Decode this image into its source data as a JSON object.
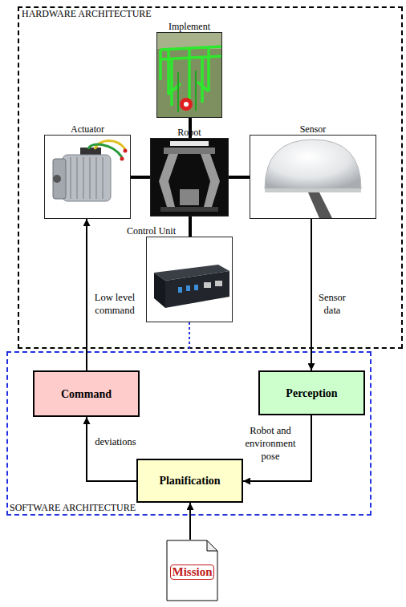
{
  "diagram": {
    "nodes": [
      {
        "text": [
          "HARDWARE ARCHITECTURE"
        ]
      },
      {
        "text": [
          "Implement"
        ],
        "in": 0
      },
      {
        "text": [
          "Actuator"
        ],
        "in": 0
      },
      {
        "text": [
          "Robot"
        ],
        "in": 0
      },
      {
        "text": [
          "Sensor"
        ],
        "in": 0
      },
      {
        "text": [
          "Control Unit"
        ],
        "in": 0
      },
      {
        "text": [
          "SOFTWARE ARCHITECTURE"
        ]
      },
      {
        "text": [
          "Command"
        ],
        "in": 6
      },
      {
        "text": [
          "Perception"
        ],
        "in": 6
      },
      {
        "text": [
          "Planification"
        ],
        "in": 6
      },
      {
        "text": [
          "Mission"
        ]
      }
    ],
    "edges": [
      {
        "from": 3,
        "to": 1,
        "arrow": "none"
      },
      {
        "from": 3,
        "to": 2,
        "arrow": "none"
      },
      {
        "from": 3,
        "to": 4,
        "arrow": "none"
      },
      {
        "from": 3,
        "to": 5,
        "arrow": "none"
      },
      {
        "from": 5,
        "to": 6,
        "arrow": "none"
      },
      {
        "from": 7,
        "to": 2,
        "label": "Low level command",
        "arrow": "to"
      },
      {
        "from": 4,
        "to": 8,
        "label": "Sensor data",
        "arrow": "to"
      },
      {
        "from": 8,
        "to": 9,
        "label": "Robot and environment pose",
        "arrow": "to"
      },
      {
        "from": 9,
        "to": 7,
        "label": "deviations",
        "arrow": "to"
      },
      {
        "from": 10,
        "to": 9,
        "arrow": "to"
      }
    ]
  }
}
